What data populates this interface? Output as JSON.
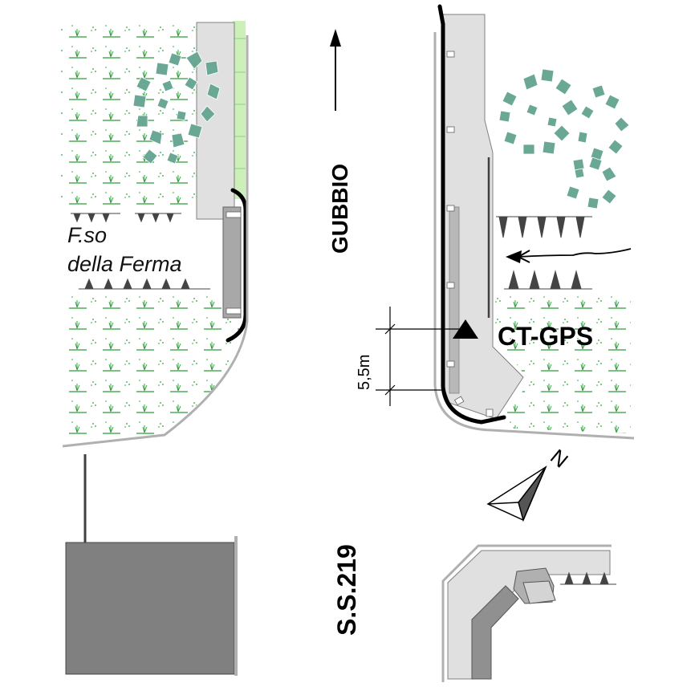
{
  "map": {
    "labels": {
      "stream_line1": "F.so",
      "stream_line2": "della Ferma",
      "direction": "GUBBIO",
      "road": "S.S.219",
      "station": "CT-GPS",
      "dimension": "5,5m",
      "north": "N"
    },
    "colors": {
      "road_fill": "#e0e0e0",
      "road_edge": "#a8a8a8",
      "dark_building": "#808080",
      "medium_gray": "#a0a0a0",
      "barrier": "#000000",
      "tree": "#6aa895",
      "grass": "#2d9b3a",
      "grass_strip": "#ccf0b8"
    },
    "icons": [
      "north-arrow-icon",
      "station-triangle-icon",
      "direction-arrow-icon",
      "tree-icon",
      "embankment-symbol"
    ]
  }
}
